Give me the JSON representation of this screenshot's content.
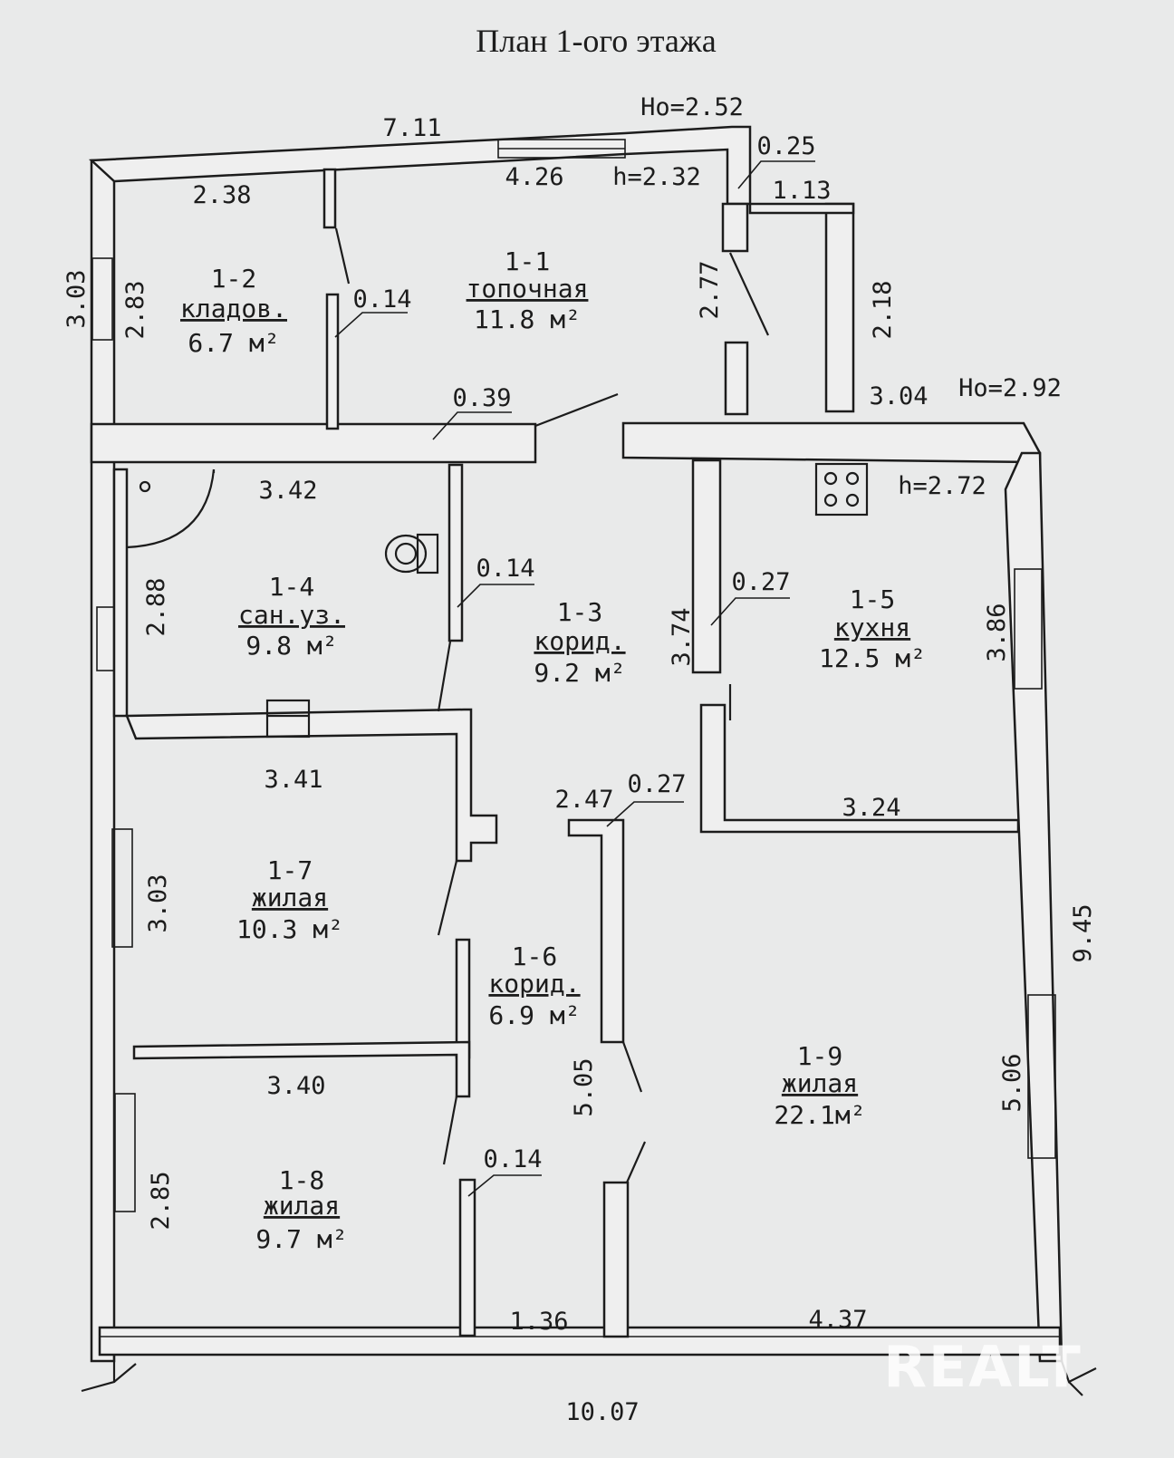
{
  "title": "План 1-ого этажа",
  "ceiling_heights": {
    "outer_a": "Но=2.52",
    "outer_b": "Но=2.92",
    "room_a": "h=2.32",
    "room_b": "h=2.72"
  },
  "rooms": [
    {
      "id": "1-1",
      "name": "топочная",
      "area": "11.8 м²"
    },
    {
      "id": "1-2",
      "name": "кладов.",
      "area": "6.7 м²"
    },
    {
      "id": "1-3",
      "name": "корид.",
      "area": "9.2 м²"
    },
    {
      "id": "1-4",
      "name": "сан.уз.",
      "area": "9.8 м²"
    },
    {
      "id": "1-5",
      "name": "кухня",
      "area": "12.5 м²"
    },
    {
      "id": "1-6",
      "name": "корид.",
      "area": "6.9 м²"
    },
    {
      "id": "1-7",
      "name": "жилая",
      "area": "10.3 м²"
    },
    {
      "id": "1-8",
      "name": "жилая",
      "area": "9.7 м²"
    },
    {
      "id": "1-9",
      "name": "жилая",
      "area": "22.1м²"
    }
  ],
  "dimensions": {
    "top_total": "7.11",
    "r11_width": "4.26",
    "r12_width": "2.38",
    "r12_height": "2.83",
    "left_top": "3.03",
    "wall_014_a": "0.14",
    "r11_height": "2.77",
    "wall_025": "0.25",
    "vestibule_width": "1.13",
    "vestibule_height": "2.18",
    "wall_039": "0.39",
    "vestibule_len": "3.04",
    "r14_width": "3.42",
    "r14_height": "2.88",
    "wall_014_b": "0.14",
    "r13_height": "3.74",
    "wall_027_a": "0.27",
    "r15_height": "3.86",
    "r17_width": "3.41",
    "corr_width": "2.47",
    "wall_027_b": "0.27",
    "r15_width": "3.24",
    "r17_height": "3.03",
    "right_total": "9.45",
    "r18_width": "3.40",
    "r16_height": "5.05",
    "r19_height": "5.06",
    "wall_014_c": "0.14",
    "r18_height": "2.85",
    "r16_width": "1.36",
    "r19_width": "4.37",
    "bottom_total": "10.07"
  },
  "watermark": "REALT"
}
